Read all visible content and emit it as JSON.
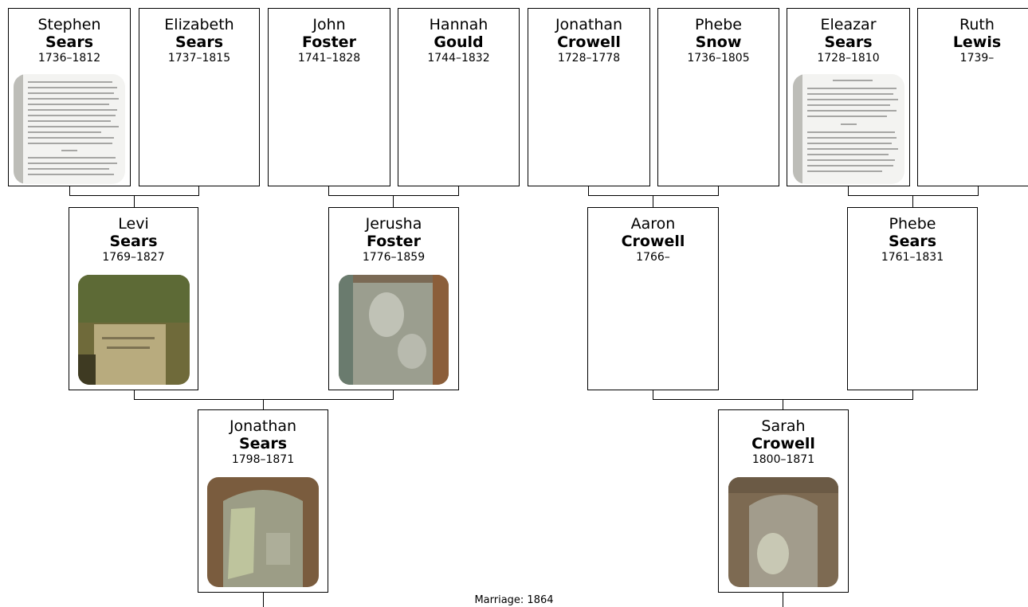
{
  "people": {
    "stephen_sears": {
      "first": "Stephen",
      "last": "Sears",
      "years": "1736–1812",
      "photo": "document-page"
    },
    "elizabeth_sears": {
      "first": "Elizabeth",
      "last": "Sears",
      "years": "1737–1815"
    },
    "john_foster": {
      "first": "John",
      "last": "Foster",
      "years": "1741–1828"
    },
    "hannah_gould": {
      "first": "Hannah",
      "last": "Gould",
      "years": "1744–1832"
    },
    "jonathan_crowell": {
      "first": "Jonathan",
      "last": "Crowell",
      "years": "1728–1778"
    },
    "phebe_snow": {
      "first": "Phebe",
      "last": "Snow",
      "years": "1736–1805"
    },
    "eleazar_sears": {
      "first": "Eleazar",
      "last": "Sears",
      "years": "1728–1810",
      "photo": "document-page"
    },
    "ruth_lewis": {
      "first": "Ruth",
      "last": "Lewis",
      "years": "1739–"
    },
    "levi_sears": {
      "first": "Levi",
      "last": "Sears",
      "years": "1769–1827",
      "photo": "gravestone"
    },
    "jerusha_foster": {
      "first": "Jerusha",
      "last": "Foster",
      "years": "1776–1859",
      "photo": "gravestone"
    },
    "aaron_crowell": {
      "first": "Aaron",
      "last": "Crowell",
      "years": "1766–"
    },
    "phebe_sears": {
      "first": "Phebe",
      "last": "Sears",
      "years": "1761–1831"
    },
    "jonathan_sears": {
      "first": "Jonathan",
      "last": "Sears",
      "years": "1798–1871",
      "photo": "gravestone"
    },
    "sarah_crowell": {
      "first": "Sarah",
      "last": "Crowell",
      "years": "1800–1871",
      "photo": "gravestone"
    }
  },
  "marriage_label": "Marriage: 1864",
  "colors": {
    "line": "#000000",
    "card_border": "#000000",
    "background": "#ffffff"
  }
}
